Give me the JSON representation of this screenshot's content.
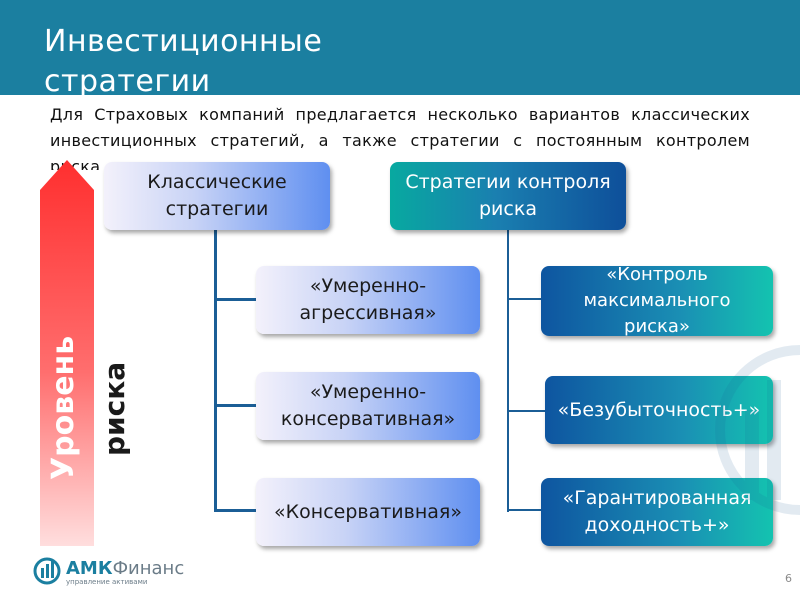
{
  "slide": {
    "title": "Инвестиционные стратегии",
    "intro": "Для Страховых компаний предлагается несколько вариантов классических инвестиционных стратегий, а также стратегии с постоянным контролем риска.",
    "risk_label_line1": "Уровень",
    "risk_label_line2": "риска",
    "page_number": "6"
  },
  "classic": {
    "header": "Классические стратегии",
    "items": [
      "«Умеренно-агрессивная»",
      "«Умеренно-консервативная»",
      "«Консервативная»"
    ]
  },
  "risk_control": {
    "header": "Стратегии контроля риска",
    "items": [
      "«Контроль максимального риска»",
      "«Безубыточность+»",
      "«Гарантированная доходность+»"
    ]
  },
  "logo": {
    "brand_bold": "АМК",
    "brand_light": "Финанс",
    "tagline": "управление активами"
  },
  "colors": {
    "header_bg": "#1b7fa0",
    "arrow_top": "#ff3b3b",
    "arrow_bottom": "#ffd6d6",
    "connector": "#1b5e96"
  }
}
